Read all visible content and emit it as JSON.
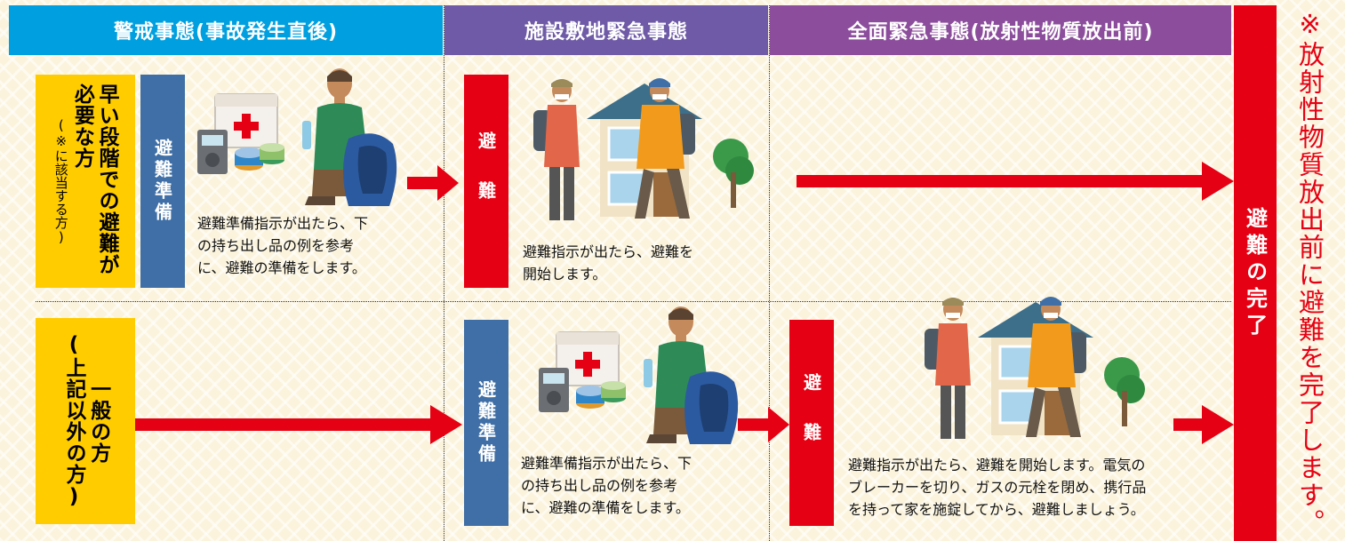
{
  "colors": {
    "phase1": "#00a0e0",
    "phase2": "#6e5aa6",
    "phase3": "#8c4e9c",
    "red": "#e60013",
    "blue": "#3f6fa6",
    "yellow": "#ffcc00"
  },
  "phases": [
    {
      "label": "警戒事態(事故発生直後)"
    },
    {
      "label": "施設敷地緊急事態"
    },
    {
      "label": "全面緊急事態(放射性物質放出前)"
    }
  ],
  "groups": {
    "early": {
      "title": "早い段階での避難が必要な方",
      "note": "(※に該当する方)"
    },
    "general": {
      "title": "一般の方",
      "note": "(上記以外の方)"
    }
  },
  "steps": {
    "prepare_label": "避難準備",
    "evacuate_label": "避難",
    "prepare_desc": [
      "避難準備指示が出たら、下",
      "の持ち出し品の例を参考",
      "に、避難の準備をします。"
    ],
    "evacuate_desc_early": [
      "避難指示が出たら、避難を",
      "開始します。"
    ],
    "evacuate_desc_general": [
      "避難指示が出たら、避難を開始します。電気の",
      "ブレーカーを切り、ガスの元栓を閉め、携行品",
      "を持って家を施錠してから、避難しましょう。"
    ]
  },
  "completion": {
    "label": "避難の完了"
  },
  "side_note": "※放射性物質放出前に避難を完了します。",
  "icons": [
    "first-aid-kit-icon",
    "radio-icon",
    "canned-food-icon",
    "backpack-icon",
    "person-icon",
    "house-icon",
    "tree-icon",
    "evacuee-icon"
  ]
}
